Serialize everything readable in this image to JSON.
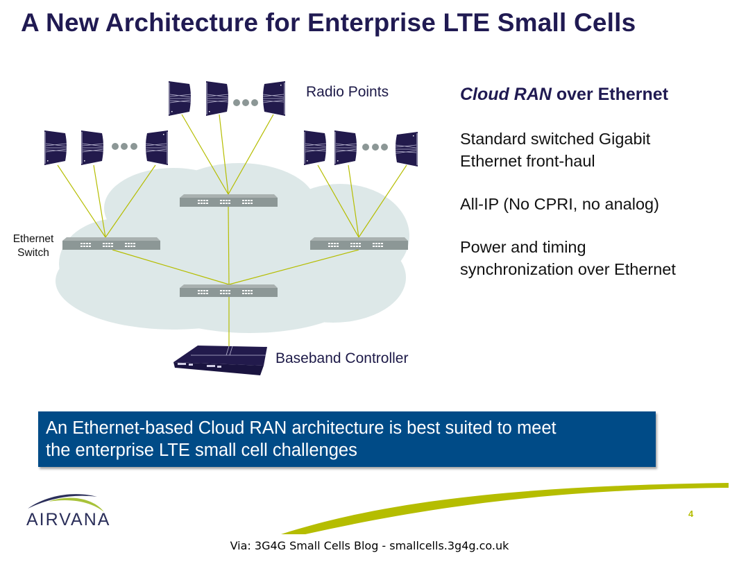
{
  "slide": {
    "title": "A New Architecture for Enterprise LTE Small Cells",
    "page_number": "4"
  },
  "diagram": {
    "labels": {
      "radio_points": "Radio Points",
      "ethernet_switch_line1": "Ethernet",
      "ethernet_switch_line2": "Switch",
      "baseband_controller": "Baseband Controller"
    },
    "colors": {
      "radio_point": "#221a4c",
      "switch": "#8c9796",
      "cloud": "#dde8e8",
      "link": "#b5bd00",
      "ellipsis_dot": "#8c9796"
    }
  },
  "right_panel": {
    "heading_italic": "Cloud RAN",
    "heading_rest": " over Ethernet",
    "bullets": [
      {
        "line1": "Standard switched Gigabit",
        "line2": "Ethernet front-haul"
      },
      {
        "line1": "All-IP (No CPRI, no analog)",
        "line2": ""
      },
      {
        "line1": "Power and timing",
        "line2": "synchronization over Ethernet"
      }
    ]
  },
  "banner": {
    "line1": "An Ethernet-based Cloud RAN architecture is best suited to meet",
    "line2": "the enterprise LTE small cell challenges",
    "color": "#004b87"
  },
  "logo": {
    "text": "AIRVANA"
  },
  "footer": {
    "text": "Via: 3G4G Small Cells Blog - smallcells.3g4g.co.uk"
  }
}
